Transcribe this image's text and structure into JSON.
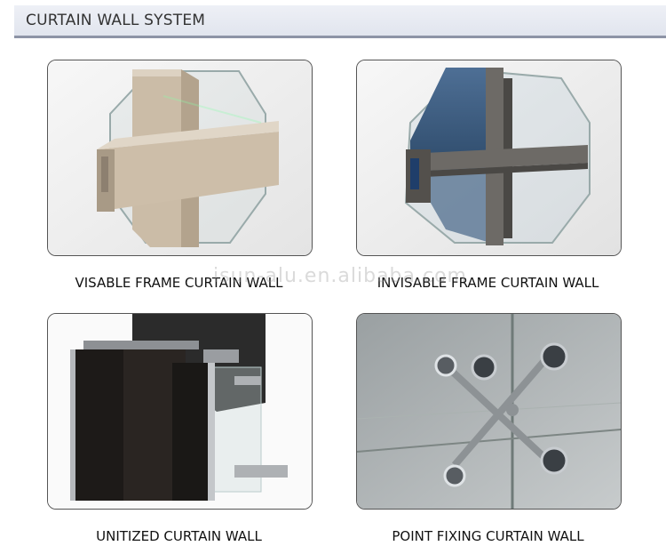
{
  "header": {
    "title": "CURTAIN WALL SYSTEM"
  },
  "products": [
    {
      "caption": "VISABLE FRAME CURTAIN WALL"
    },
    {
      "caption": "INVISABLE FRAME CURTAIN WALL"
    },
    {
      "caption": "UNITIZED CURTAIN WALL"
    },
    {
      "caption": "POINT FIXING CURTAIN WALL"
    }
  ],
  "watermark": "isun-alu.en.alibaba.com"
}
